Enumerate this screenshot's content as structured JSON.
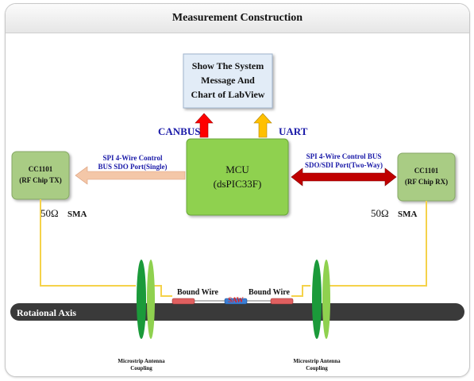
{
  "title": "Measurement Construction",
  "system_box": {
    "lines": [
      "Show The System",
      "Message And",
      "Chart of LabView"
    ]
  },
  "arrows": {
    "canbus": "CANBUS",
    "uart": "UART"
  },
  "mcu": {
    "line1": "MCU",
    "line2": "(dsPIC33F)"
  },
  "tx_chip": {
    "line1": "CC1101",
    "line2": "(RF Chip TX)"
  },
  "rx_chip": {
    "line1": "CC1101",
    "line2": "(RF Chip RX)"
  },
  "left_bus": {
    "line1": "SPI 4-Wire Control",
    "line2": "BUS SDO Port(Single)"
  },
  "right_bus": {
    "line1": "SPI  4-Wire Control BUS",
    "line2": "SDO/SDI Port(Two-Way)"
  },
  "sma_left": {
    "ohm": "50Ω",
    "label": "SMA"
  },
  "sma_right": {
    "ohm": "50Ω",
    "label": "SMA"
  },
  "bound_wire_left": "Bound Wire",
  "bound_wire_right": "Bound  Wire",
  "saw": "SAW",
  "axis_label": "Rotaional Axis",
  "coupling_left": {
    "line1": "Microstrip Antenna",
    "line2": "Coupling"
  },
  "coupling_right": {
    "line1": "Microstrip Antenna",
    "line2": "Coupling"
  },
  "colors": {
    "mcu_fill": "#8fd14f",
    "chip_fill": "#a9cc84",
    "system_fill": "#e2ecf7",
    "canbus_arrow": "#ff0000",
    "uart_arrow": "#ffc000",
    "left_bus_arrow": "#f4c7a8",
    "right_bus_arrow": "#c00000",
    "bus_text": "#1a1aa8",
    "wire": "#f5d24a",
    "axis": "#3a3a3a",
    "antenna_dark": "#1b9a3a",
    "antenna_light": "#8fd14f",
    "saw_fill": "#3a7fd5",
    "bond_fill": "#e06060"
  }
}
